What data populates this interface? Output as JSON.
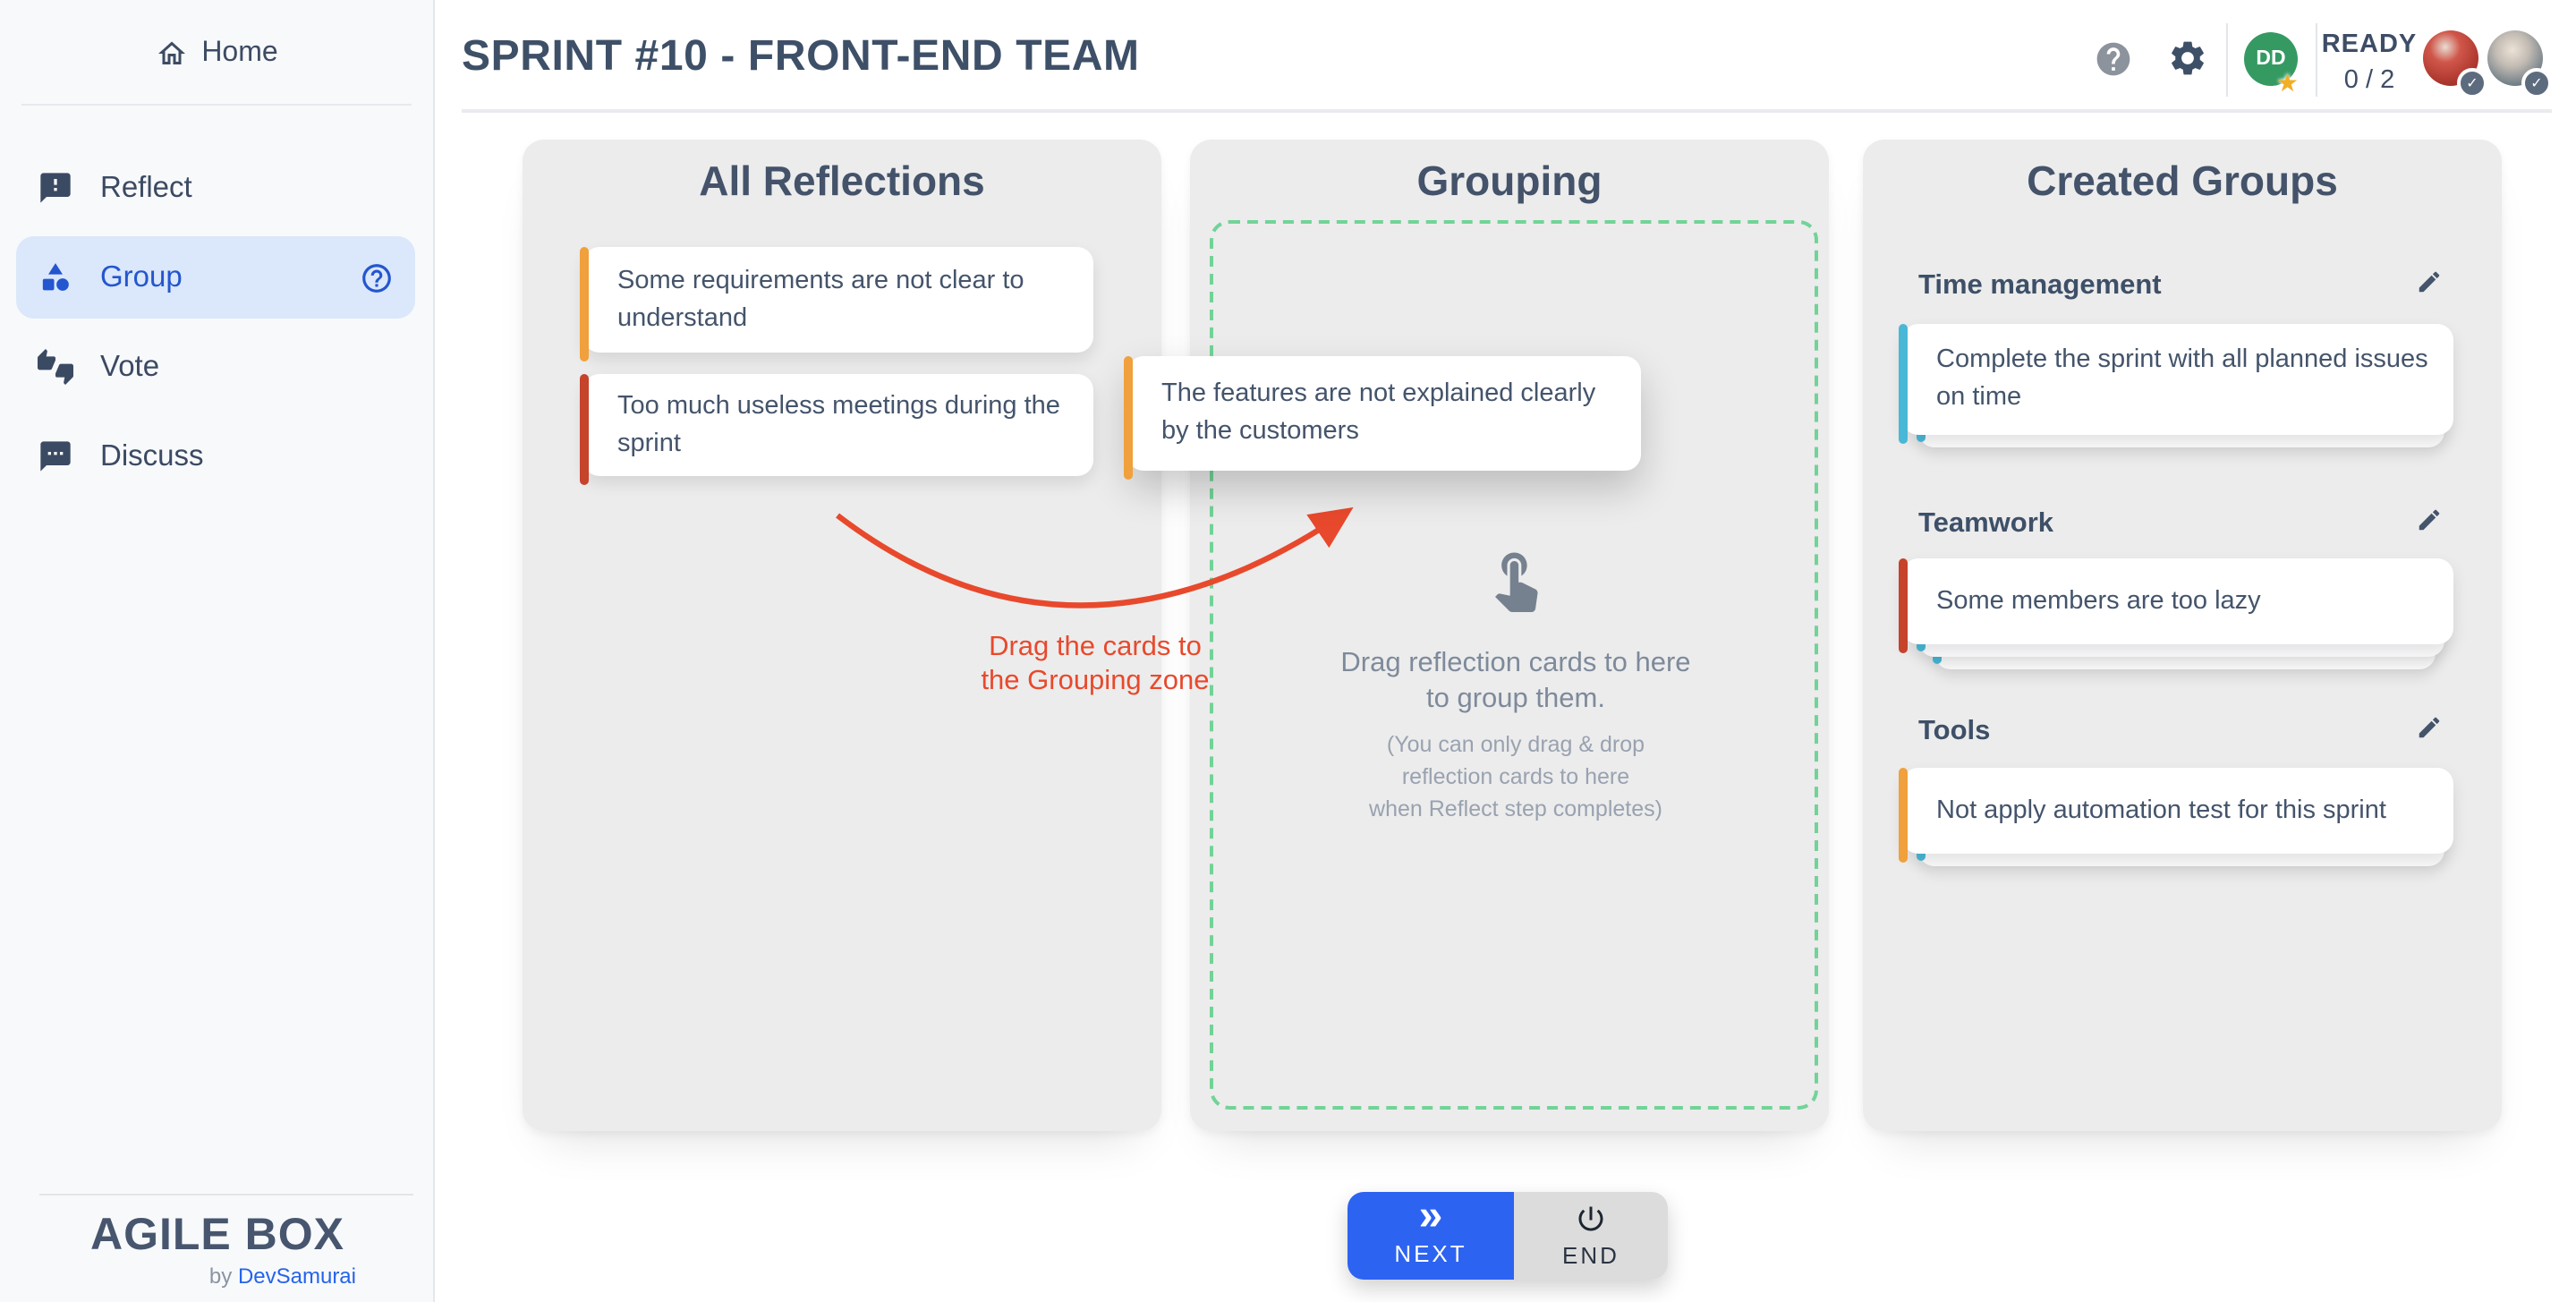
{
  "sidebar": {
    "home_label": "Home",
    "nav": [
      {
        "label": "Reflect",
        "icon": "reflect-bubble-icon"
      },
      {
        "label": "Group",
        "icon": "group-shapes-icon",
        "active": true,
        "help_icon": "help-circle-icon"
      },
      {
        "label": "Vote",
        "icon": "thumbs-up-down-icon"
      },
      {
        "label": "Discuss",
        "icon": "chat-dots-icon"
      }
    ],
    "brand": {
      "name": "AGILE BOX",
      "by": "by",
      "company": "DevSamurai"
    }
  },
  "header": {
    "title": "SPRINT #10 - FRONT-END TEAM",
    "user_initials": "DD",
    "ready": {
      "label": "READY",
      "count": "0 / 2"
    },
    "star_glyph": "★",
    "check_glyph": "✓"
  },
  "board": {
    "reflections": {
      "title": "All Reflections",
      "cards": [
        {
          "text": "Some requirements are not clear to understand",
          "accent": "#F0A03C"
        },
        {
          "text": "Too much useless meetings during the sprint",
          "accent": "#C6432C"
        }
      ]
    },
    "grouping": {
      "title": "Grouping",
      "drag_card": {
        "text": "The features are not explained clearly by the customers",
        "accent": "#F0A03C"
      },
      "hint": {
        "line1": "Drag reflection cards to here",
        "line2": "to group them."
      },
      "note": {
        "line1": "(You can only drag & drop",
        "line2": "reflection cards to here",
        "line3": "when Reflect step completes)"
      },
      "annotation": {
        "line1": "Drag the cards to",
        "line2": "the Grouping zone"
      }
    },
    "created_groups": {
      "title": "Created Groups",
      "groups": [
        {
          "name": "Time management",
          "card": {
            "text": "Complete the sprint with all planned issues on time",
            "accent": "#49B8D6"
          },
          "stacked_cards": 1
        },
        {
          "name": "Teamwork",
          "card": {
            "text": "Some members are too lazy",
            "accent": "#C6432C"
          },
          "stacked_cards": 2
        },
        {
          "name": "Tools",
          "card": {
            "text": "Not apply automation test for this sprint",
            "accent": "#F0A03C"
          },
          "stacked_cards": 1
        }
      ]
    }
  },
  "actions": {
    "next": "NEXT",
    "end": "END",
    "next_icon": "double-chevron-right-icon",
    "end_icon": "power-icon",
    "next_glyph": "»"
  },
  "theme": {
    "accent_blue": "#2D63F1",
    "active_nav_blue": "#2356CF",
    "dash_green": "#72D398",
    "panel_gray": "#ECECEC",
    "annotation_red": "#E8492C",
    "stack_teal": "#49B8D6",
    "avatar_green": "#359A62",
    "star_gold": "#F2AE24",
    "dark_text": "#3E5068"
  }
}
